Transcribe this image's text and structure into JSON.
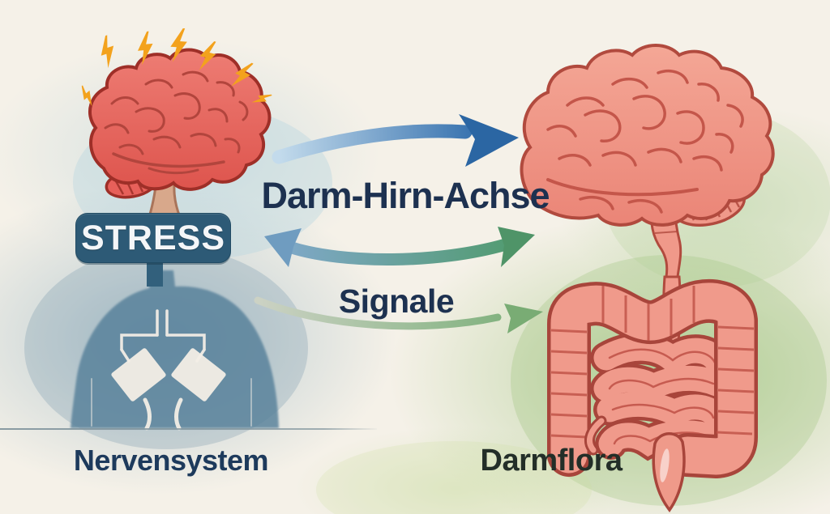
{
  "labels": {
    "stress": "STRESS",
    "axis_title": "Darm-Hirn-Achse",
    "signals": "Signale",
    "left_caption": "Nervensystem",
    "right_caption": "Darmflora"
  },
  "diagram": {
    "left_node": "Nervensystem",
    "right_node": "Darmflora",
    "arrows": [
      {
        "name": "brain-to-gut-arrow",
        "direction": "left-to-right",
        "color": "#2f6cab"
      },
      {
        "name": "bidirectional-arrow",
        "direction": "both",
        "color_left": "#7fa8c8",
        "color_right": "#4f9a6b"
      },
      {
        "name": "gut-to-brain-arrow",
        "direction": "left-to-right",
        "color": "#79ac74"
      }
    ]
  },
  "colors": {
    "canvas_base": "#f5f1e8",
    "blue_wash": "#76a0b8",
    "green_wash": "#8ebc6a",
    "stress_badge": "#2d5a76",
    "stress_text": "#f4f6f8",
    "heading_text": "#1d3150",
    "left_caption_text": "#1d3a5c",
    "right_caption_text": "#232e28",
    "arrow_blue": "#2f6cab",
    "arrow_green": "#79ac74",
    "brain_red": "#e7605a",
    "brain_pink": "#f0998a",
    "intestine": "#f09a8b",
    "lightning": "#f3a21d",
    "torso_silhouette": "#5d86a0"
  },
  "icons": {
    "stress_bolts": "lightning-bolt-icon",
    "stress_bolt_count": 7
  }
}
